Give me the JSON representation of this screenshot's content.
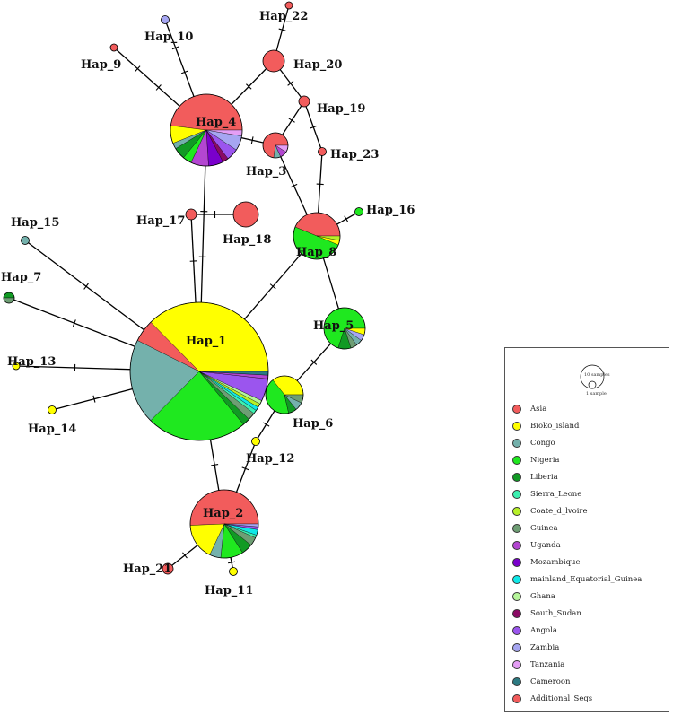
{
  "populations": [
    {
      "name": "Asia",
      "color": "#f25c5c"
    },
    {
      "name": "Bioko_island",
      "color": "#ffff00"
    },
    {
      "name": "Congo",
      "color": "#74b1ac"
    },
    {
      "name": "Nigeria",
      "color": "#1fe81f"
    },
    {
      "name": "Liberia",
      "color": "#119a24"
    },
    {
      "name": "Sierra_Leone",
      "color": "#3cf0b0"
    },
    {
      "name": "Coate_d_lvoire",
      "color": "#b7f028"
    },
    {
      "name": "Guinea",
      "color": "#6e9e74"
    },
    {
      "name": "Uganda",
      "color": "#b346d1"
    },
    {
      "name": "Mozambique",
      "color": "#7a00cc"
    },
    {
      "name": "mainland_Equatorial_Guinea",
      "color": "#10e8e8"
    },
    {
      "name": "Ghana",
      "color": "#b6f59a"
    },
    {
      "name": "South_Sudan",
      "color": "#8a0a64"
    },
    {
      "name": "Angola",
      "color": "#9b55ee"
    },
    {
      "name": "Zambia",
      "color": "#a6a6f2"
    },
    {
      "name": "Tanzania",
      "color": "#e49ef5"
    },
    {
      "name": "Cameroon",
      "color": "#2c7a82"
    },
    {
      "name": "Additional_Seqs",
      "color": "#f25c5c"
    }
  ],
  "scale": {
    "large_label": "10 samples",
    "small_label": "1 sample"
  },
  "haplotypes": [
    {
      "id": "Hap_1",
      "label": "Hap_1",
      "composition": [
        [
          "Bioko_island",
          43
        ],
        [
          "Asia",
          6
        ],
        [
          "Congo",
          23
        ],
        [
          "Nigeria",
          27
        ],
        [
          "Liberia",
          2
        ],
        [
          "Guinea",
          2
        ],
        [
          "Sierra_Leone",
          1
        ],
        [
          "mainland_Equatorial_Guinea",
          1
        ],
        [
          "Coate_d_lvoire",
          1
        ],
        [
          "Ghana",
          1
        ],
        [
          "Angola",
          6
        ],
        [
          "Uganda",
          1
        ],
        [
          "Cameroon",
          1
        ]
      ]
    },
    {
      "id": "Hap_2",
      "label": "Hap_2",
      "composition": [
        [
          "Asia",
          38
        ],
        [
          "Bioko_island",
          13
        ],
        [
          "Congo",
          4
        ],
        [
          "Nigeria",
          8
        ],
        [
          "Liberia",
          4
        ],
        [
          "Guinea",
          3
        ],
        [
          "Sierra_Leone",
          1
        ],
        [
          "mainland_Equatorial_Guinea",
          2
        ],
        [
          "Angola",
          1
        ],
        [
          "Zambia",
          1
        ]
      ]
    },
    {
      "id": "Hap_3",
      "label": "Hap_3",
      "composition": [
        [
          "Asia",
          8
        ],
        [
          "Congo",
          1
        ],
        [
          "Uganda",
          1
        ],
        [
          "Tanzania",
          1
        ]
      ]
    },
    {
      "id": "Hap_4",
      "label": "Hap_4",
      "composition": [
        [
          "Asia",
          36
        ],
        [
          "Bioko_island",
          6
        ],
        [
          "Congo",
          2
        ],
        [
          "Liberia",
          4
        ],
        [
          "Nigeria",
          3
        ],
        [
          "Uganda",
          6
        ],
        [
          "Mozambique",
          5
        ],
        [
          "South_Sudan",
          2
        ],
        [
          "Angola",
          4
        ],
        [
          "Zambia",
          5
        ],
        [
          "Tanzania",
          2
        ]
      ]
    },
    {
      "id": "Hap_5",
      "label": "Hap_5",
      "composition": [
        [
          "Nigeria",
          14
        ],
        [
          "Liberia",
          2
        ],
        [
          "Guinea",
          1
        ],
        [
          "Congo",
          1
        ],
        [
          "Zambia",
          1
        ],
        [
          "Bioko_island",
          1
        ]
      ]
    },
    {
      "id": "Hap_6",
      "label": "Hap_6",
      "composition": [
        [
          "Bioko_island",
          5
        ],
        [
          "Nigeria",
          6
        ],
        [
          "Liberia",
          1
        ],
        [
          "Congo",
          1
        ],
        [
          "Guinea",
          1
        ]
      ]
    },
    {
      "id": "Hap_7",
      "label": "Hap_7",
      "composition": [
        [
          "Liberia",
          1
        ],
        [
          "Guinea",
          1
        ]
      ]
    },
    {
      "id": "Hap_8",
      "label": "Hap_8",
      "composition": [
        [
          "Asia",
          14
        ],
        [
          "Nigeria",
          16
        ],
        [
          "Bioko_island",
          1
        ],
        [
          "Coate_d_lvoire",
          1
        ]
      ]
    },
    {
      "id": "Hap_9",
      "label": "Hap_9",
      "composition": [
        [
          "Asia",
          1
        ]
      ]
    },
    {
      "id": "Hap_10",
      "label": "Hap_10",
      "composition": [
        [
          "Zambia",
          1
        ]
      ]
    },
    {
      "id": "Hap_11",
      "label": "Hap_11",
      "composition": [
        [
          "Bioko_island",
          1
        ]
      ]
    },
    {
      "id": "Hap_12",
      "label": "Hap_12",
      "composition": [
        [
          "Bioko_island",
          1
        ]
      ]
    },
    {
      "id": "Hap_13",
      "label": "Hap_13",
      "composition": [
        [
          "Bioko_island",
          1
        ]
      ]
    },
    {
      "id": "Hap_14",
      "label": "Hap_14",
      "composition": [
        [
          "Bioko_island",
          1
        ]
      ]
    },
    {
      "id": "Hap_15",
      "label": "Hap_15",
      "composition": [
        [
          "Congo",
          1
        ]
      ]
    },
    {
      "id": "Hap_16",
      "label": "Hap_16",
      "composition": [
        [
          "Nigeria",
          1
        ]
      ]
    },
    {
      "id": "Hap_17",
      "label": "Hap_17",
      "composition": [
        [
          "Asia",
          1
        ]
      ]
    },
    {
      "id": "Hap_18",
      "label": "Hap_18",
      "composition": [
        [
          "Asia",
          7
        ]
      ]
    },
    {
      "id": "Hap_19",
      "label": "Hap_19",
      "composition": [
        [
          "Asia",
          1
        ]
      ]
    },
    {
      "id": "Hap_20",
      "label": "Hap_20",
      "composition": [
        [
          "Asia",
          5
        ]
      ]
    },
    {
      "id": "Hap_21",
      "label": "Hap_21",
      "composition": [
        [
          "Asia",
          1
        ]
      ]
    },
    {
      "id": "Hap_22",
      "label": "Hap_22",
      "composition": [
        [
          "Asia",
          1
        ]
      ]
    },
    {
      "id": "Hap_23",
      "label": "Hap_23",
      "composition": [
        [
          "Asia",
          1
        ]
      ]
    }
  ],
  "links": [
    {
      "from": "Hap_1",
      "to": "Hap_4",
      "mutations": 2
    },
    {
      "from": "Hap_1",
      "to": "Hap_17",
      "mutations": 1
    },
    {
      "from": "Hap_1",
      "to": "Hap_8",
      "mutations": 1
    },
    {
      "from": "Hap_1",
      "to": "Hap_15",
      "mutations": 1
    },
    {
      "from": "Hap_1",
      "to": "Hap_7",
      "mutations": 1
    },
    {
      "from": "Hap_1",
      "to": "Hap_13",
      "mutations": 1
    },
    {
      "from": "Hap_1",
      "to": "Hap_14",
      "mutations": 1
    },
    {
      "from": "Hap_1",
      "to": "Hap_2",
      "mutations": 1
    },
    {
      "from": "Hap_4",
      "to": "Hap_9",
      "mutations": 2
    },
    {
      "from": "Hap_4",
      "to": "Hap_10",
      "mutations": 2
    },
    {
      "from": "Hap_4",
      "to": "Hap_20",
      "mutations": 1
    },
    {
      "from": "Hap_4",
      "to": "Hap_3",
      "mutations": 1
    },
    {
      "from": "Hap_20",
      "to": "Hap_22",
      "mutations": 1
    },
    {
      "from": "Hap_20",
      "to": "Hap_19",
      "mutations": 1
    },
    {
      "from": "Hap_19",
      "to": "Hap_3",
      "mutations": 1
    },
    {
      "from": "Hap_19",
      "to": "Hap_23",
      "mutations": 1
    },
    {
      "from": "Hap_23",
      "to": "Hap_8",
      "mutations": 1
    },
    {
      "from": "Hap_3",
      "to": "Hap_8",
      "mutations": 1
    },
    {
      "from": "Hap_17",
      "to": "Hap_18",
      "mutations": 1
    },
    {
      "from": "Hap_8",
      "to": "Hap_16",
      "mutations": 1
    },
    {
      "from": "Hap_8",
      "to": "Hap_5",
      "mutations": 0
    },
    {
      "from": "Hap_5",
      "to": "Hap_6",
      "mutations": 1
    },
    {
      "from": "Hap_6",
      "to": "Hap_12",
      "mutations": 1
    },
    {
      "from": "Hap_12",
      "to": "Hap_2",
      "mutations": 1
    },
    {
      "from": "Hap_2",
      "to": "Hap_21",
      "mutations": 1
    },
    {
      "from": "Hap_2",
      "to": "Hap_11",
      "mutations": 1
    }
  ]
}
